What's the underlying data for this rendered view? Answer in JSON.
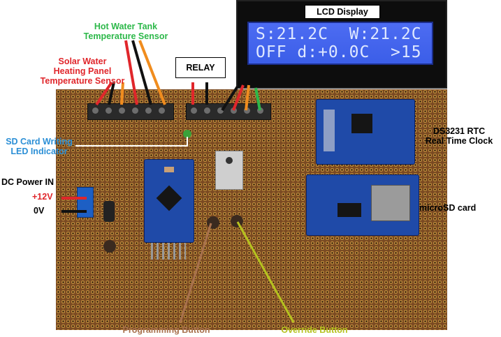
{
  "labels": {
    "lcd_display": "LCD Display",
    "hot_water_tank": [
      "Hot Water Tank",
      "Temperature Sensor"
    ],
    "solar_panel": [
      "Solar Water",
      "Heating Panel",
      "Temperature Sensor"
    ],
    "relay": "RELAY",
    "sd_led": [
      "SD Card Writing",
      "LED Indicator"
    ],
    "dc_power": "DC Power IN",
    "plus12v": "+12V",
    "zero_v": "0V",
    "rtc": [
      "DS3231 RTC",
      "Real Time Clock"
    ],
    "microsd": "microSD card",
    "programming_button": "Programming Button",
    "override_button": "Override Button"
  },
  "lcd": {
    "line1": "S:21.2C  W:21.2C",
    "line2": "OFF d:+0.0C  >15"
  },
  "colors": {
    "green_label": "#2db84a",
    "red_label": "#e0262b",
    "blue_label": "#2b8fd6",
    "brown_label": "#a8714d",
    "olive_label": "#b5c21f",
    "lcd_bg": "#3b5ee8"
  }
}
